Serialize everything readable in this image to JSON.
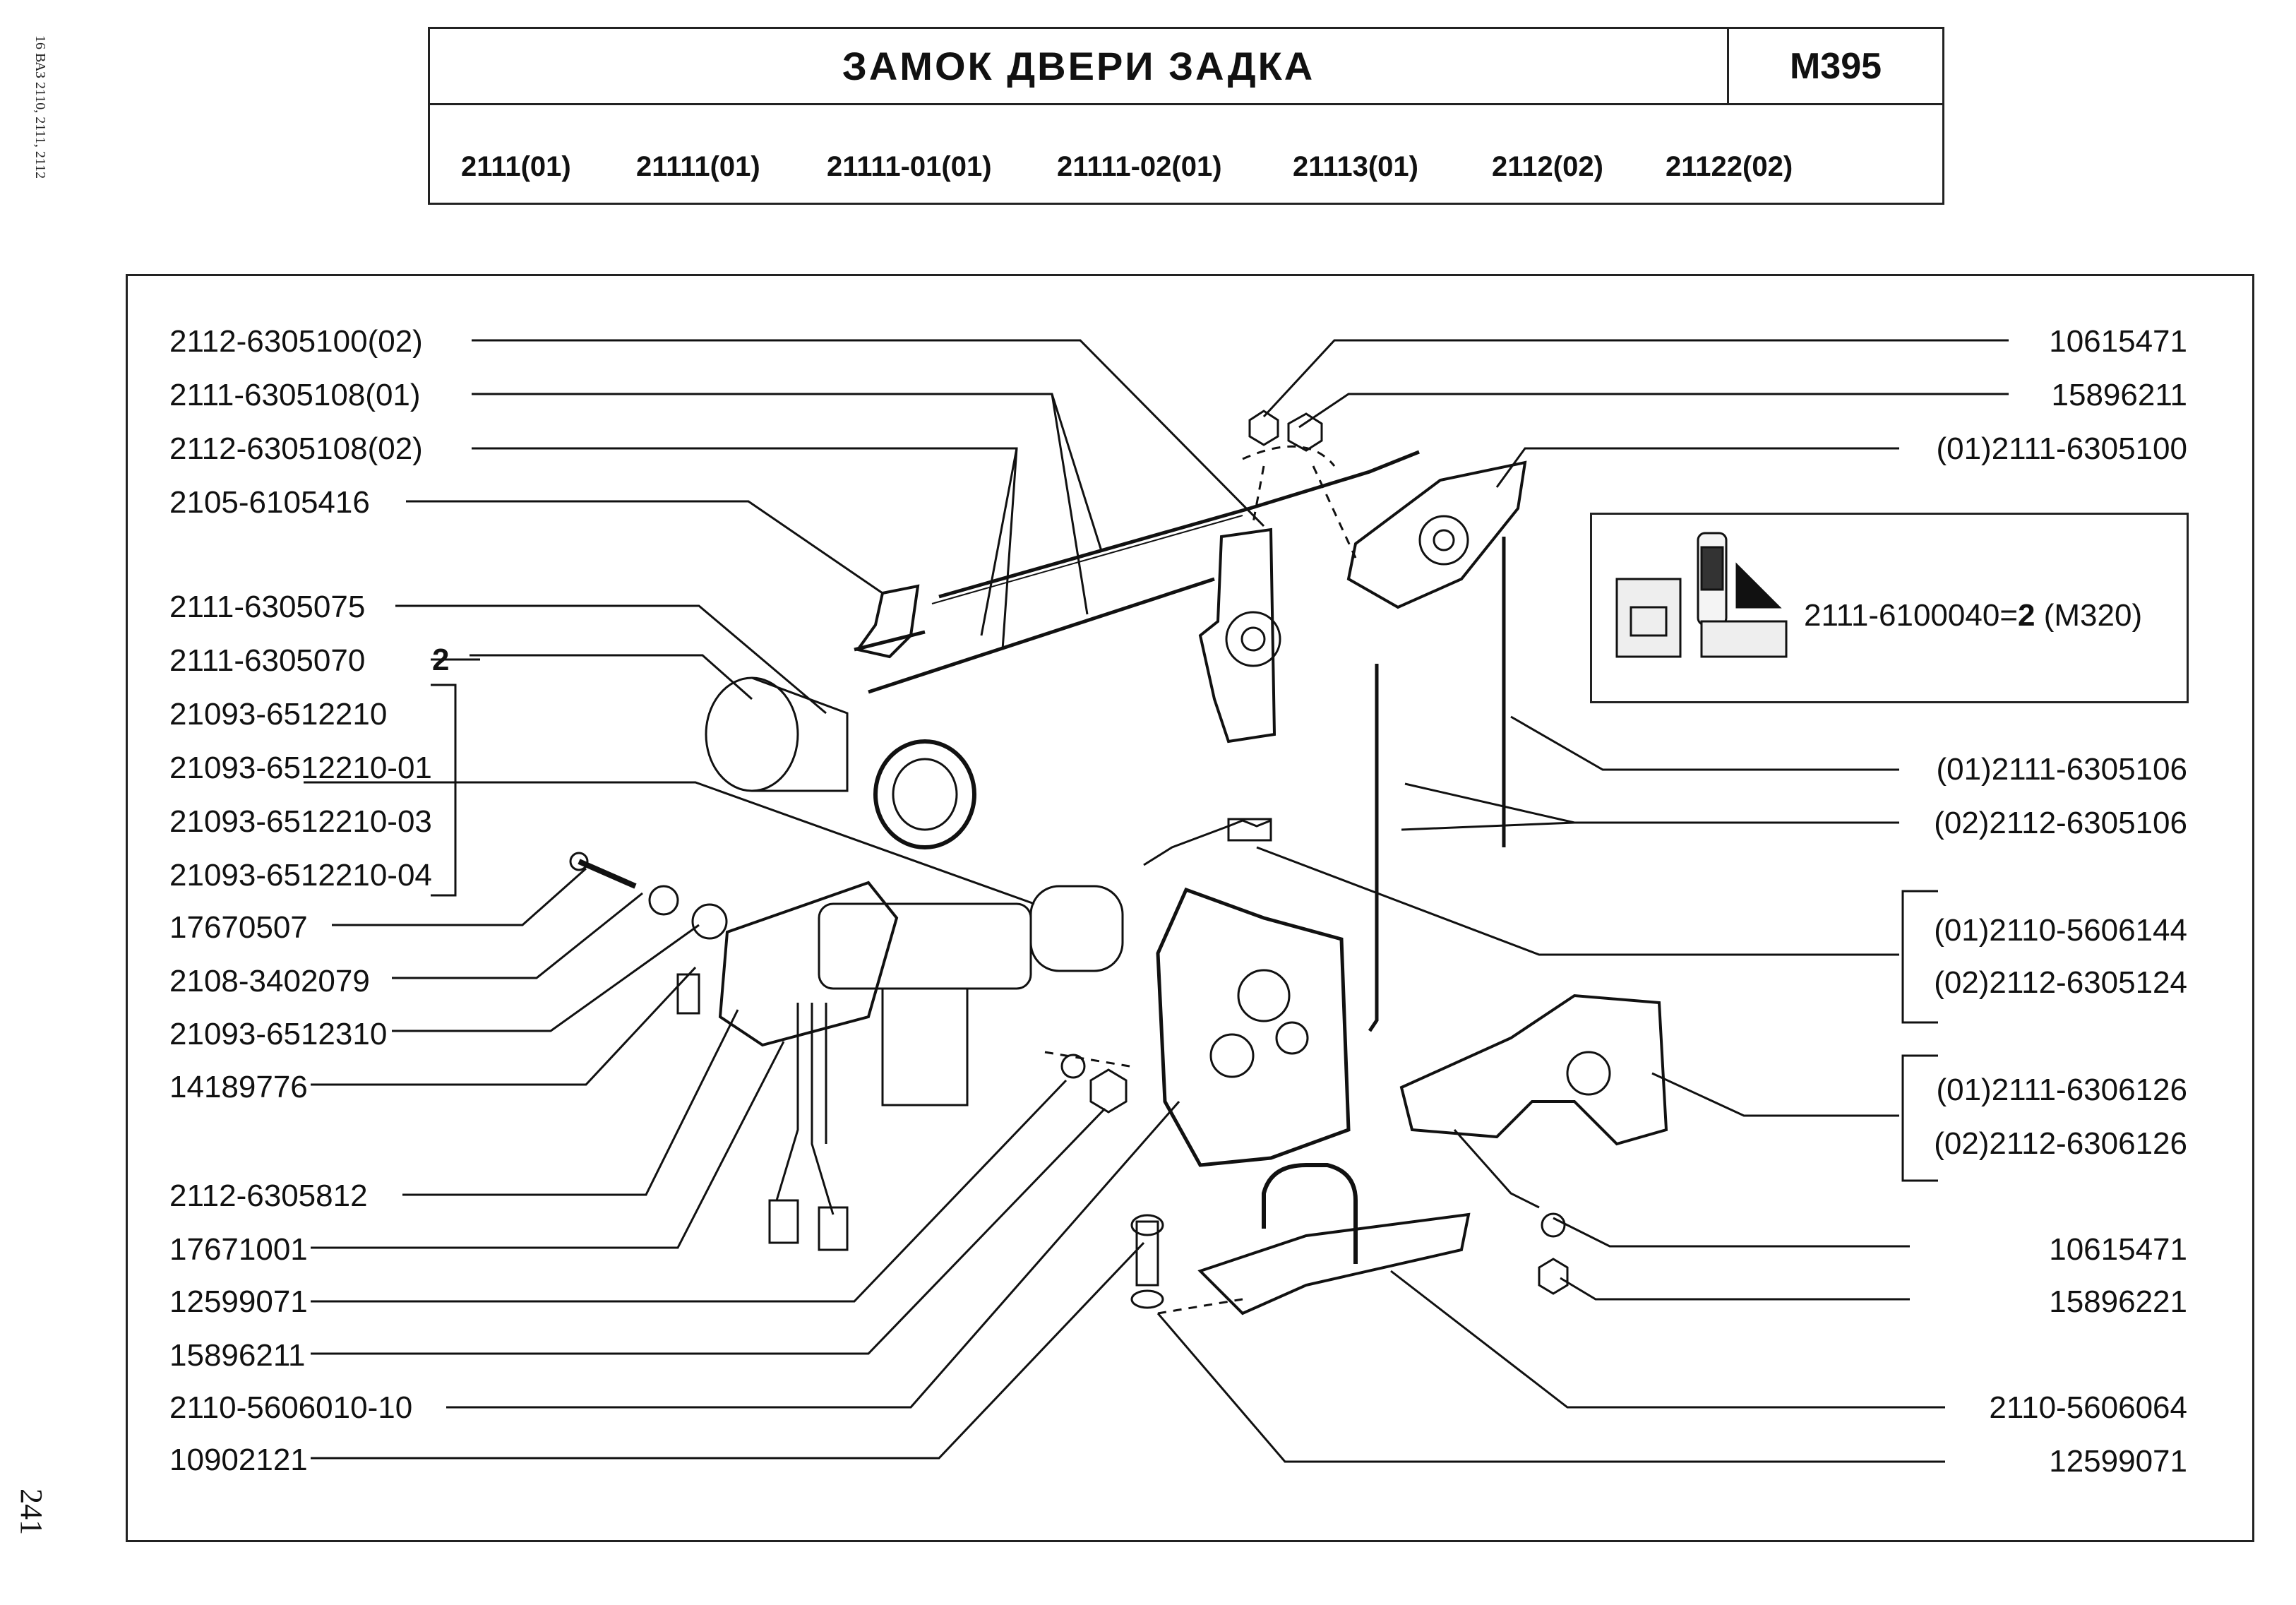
{
  "side_text": "16 ВАЗ 2110, 2111, 2112",
  "page_number": "241",
  "header": {
    "title": "ЗАМОК ДВЕРИ ЗАДКА",
    "code": "М395",
    "models": [
      "2111(01)",
      "21111(01)",
      "21111-01(01)",
      "21111-02(01)",
      "21113(01)",
      "2112(02)",
      "21122(02)"
    ]
  },
  "inset": {
    "part": "2111-6100040",
    "eq": "=",
    "qty": "2",
    "ref": "(М320)"
  },
  "qty_marker": "2",
  "left_labels": [
    "2112-6305100(02)",
    "2111-6305108(01)",
    "2112-6305108(02)",
    "2105-6105416",
    "2111-6305075",
    "2111-6305070",
    "21093-6512210",
    "21093-6512210-01",
    "21093-6512210-03",
    "21093-6512210-04",
    "17670507",
    "2108-3402079",
    "21093-6512310",
    "14189776",
    "2112-6305812",
    "17671001",
    "12599071",
    "15896211",
    "2110-5606010-10",
    "10902121"
  ],
  "right_labels": [
    "10615471",
    "15896211",
    "(01)2111-6305100",
    "(01)2111-6305106",
    "(02)2112-6305106",
    "(01)2110-5606144",
    "(02)2112-6305124",
    "(01)2111-6306126",
    "(02)2112-6306126",
    "10615471",
    "15896221",
    "2110-5606064",
    "12599071"
  ]
}
